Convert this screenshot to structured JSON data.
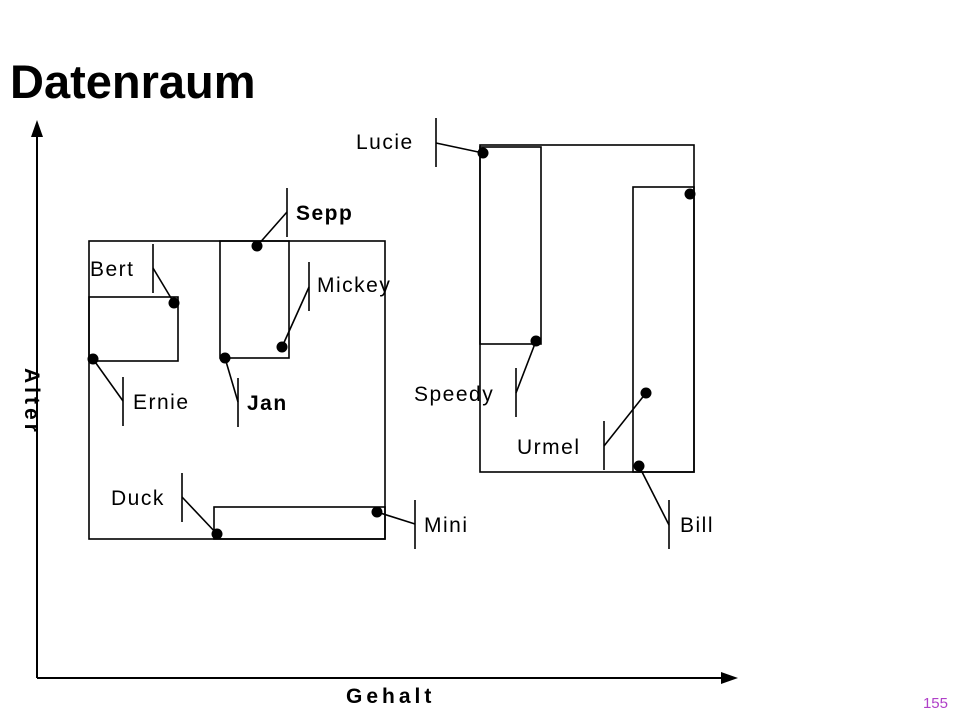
{
  "title": "Datenraum",
  "page_number": "155",
  "axes": {
    "x_label": "Gehalt",
    "y_label": "Alter"
  },
  "points": {
    "lucie": "Lucie",
    "sepp": "Sepp",
    "bert": "Bert",
    "mickey": "Mickey",
    "ernie": "Ernie",
    "jan": "Jan",
    "speedy": "Speedy",
    "urmel": "Urmel",
    "duck": "Duck",
    "mini": "Mini",
    "bill": "Bill"
  },
  "colors": {
    "ink": "#000000",
    "page_number": "#b040c8",
    "background": "#ffffff"
  }
}
